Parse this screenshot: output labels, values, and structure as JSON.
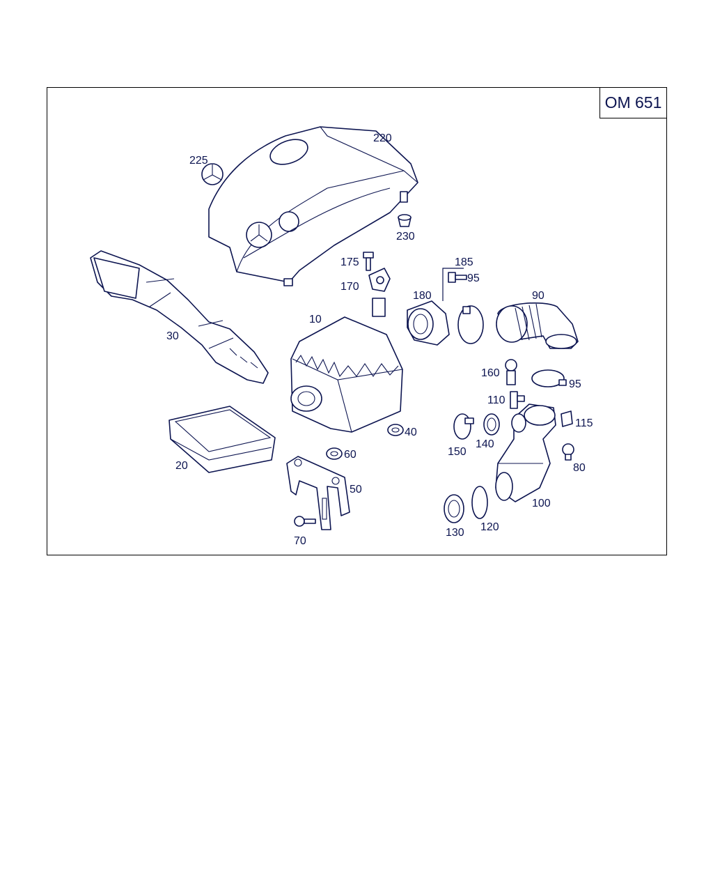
{
  "engine_code": "OM 651",
  "callouts": [
    {
      "id": "220",
      "text": "220"
    },
    {
      "id": "225",
      "text": "225"
    },
    {
      "id": "230",
      "text": "230"
    },
    {
      "id": "175",
      "text": "175"
    },
    {
      "id": "170",
      "text": "170"
    },
    {
      "id": "185",
      "text": "185"
    },
    {
      "id": "180",
      "text": "180"
    },
    {
      "id": "95a",
      "text": "95"
    },
    {
      "id": "90",
      "text": "90"
    },
    {
      "id": "10",
      "text": "10"
    },
    {
      "id": "30",
      "text": "30"
    },
    {
      "id": "160",
      "text": "160"
    },
    {
      "id": "95b",
      "text": "95"
    },
    {
      "id": "110",
      "text": "110"
    },
    {
      "id": "115",
      "text": "115"
    },
    {
      "id": "150",
      "text": "150"
    },
    {
      "id": "140",
      "text": "140"
    },
    {
      "id": "40",
      "text": "40"
    },
    {
      "id": "80",
      "text": "80"
    },
    {
      "id": "20",
      "text": "20"
    },
    {
      "id": "60",
      "text": "60"
    },
    {
      "id": "50",
      "text": "50"
    },
    {
      "id": "100",
      "text": "100"
    },
    {
      "id": "120",
      "text": "120"
    },
    {
      "id": "130",
      "text": "130"
    },
    {
      "id": "70",
      "text": "70"
    }
  ]
}
